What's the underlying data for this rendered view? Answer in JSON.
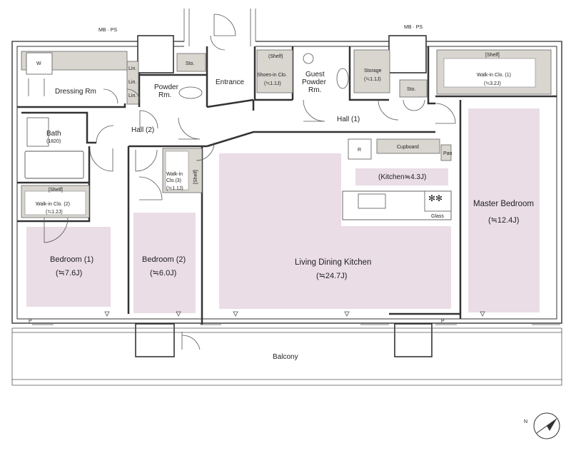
{
  "labels": {
    "mbps_left": "MB · PS",
    "mbps_right": "MB · PS",
    "w": "W",
    "dressing": "Dressing Rm",
    "lin1": "Lin.",
    "lin2": "Lin.",
    "lin3": "Lin.",
    "powder_l1": "Powder",
    "powder_l2": "Rm.",
    "sto1": "Sto.",
    "entrance": "Entrance",
    "shelf_shoes": "(Shelf)",
    "shoes_l1": "Shoes-in Clo.",
    "shoes_l2": "(≒1.1J)",
    "guest_l1": "Guest",
    "guest_l2": "Powder",
    "guest_l3": "Rm.",
    "storage_l1": "Storage",
    "storage_l2": "(≒1.1J)",
    "sto2": "Sto.",
    "shelf_wic1": "[Shelf]",
    "wic1_l1": "Walk-in Clo. (1)",
    "wic1_l2": "(≒3.2J)",
    "bath_l1": "Bath",
    "bath_l2": "(1820)",
    "hall2": "Hall (2)",
    "hall1": "Hall (1)",
    "fridge": "R",
    "cupboard": "Cupboard",
    "pan": "Pan",
    "kitchen": "(Kitchen≒4.3J)",
    "glass": "Glass",
    "shelf_wic2": "[Shelf]",
    "wic2_l1": "Walk-in Clo. (2)",
    "wic2_l2": "(≒1.2J)",
    "wic3_l1": "Walk-in",
    "wic3_l2": "Clo.(3)",
    "wic3_l3": "(≒1.1J)",
    "shelf_wic3": "[Shelf]",
    "bed1_l1": "Bedroom (1)",
    "bed1_l2": "(≒7.6J)",
    "bed2_l1": "Bedroom (2)",
    "bed2_l2": "(≒6.0J)",
    "ldk_l1": "Living Dining Kitchen",
    "ldk_l2": "(≒24.7J)",
    "master_l1": "Master Bedroom",
    "master_l2": "(≒12.4J)",
    "p1": "P",
    "p2": "P",
    "balcony": "Balcony",
    "north": "N"
  }
}
